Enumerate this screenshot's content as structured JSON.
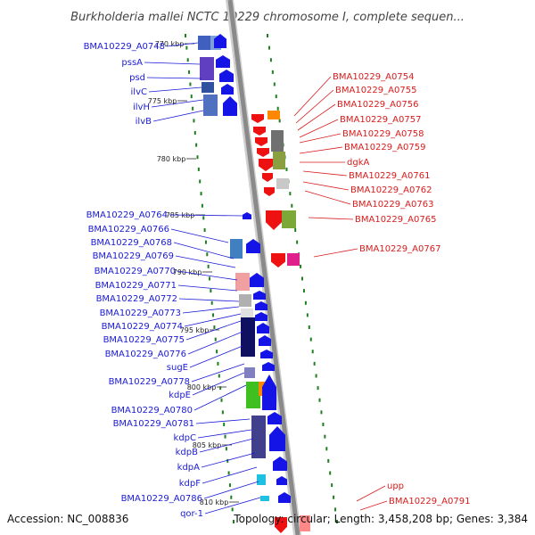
{
  "title": "Burkholderia mallei NCTC 10229 chromosome I, complete sequen...",
  "footer": {
    "accession": "Accession: NC_008836",
    "summary": "Topology: circular; Length: 3,458,208 bp; Genes: 3,384"
  },
  "scale_labels": [
    "770 kbp",
    "775 kbp",
    "780 kbp",
    "785 kbp",
    "790 kbp",
    "795 kbp",
    "800 kbp",
    "805 kbp",
    "810 kbp"
  ],
  "left_genes": [
    "BMA10229_A0748",
    "pssA",
    "psd",
    "ilvC",
    "ilvH",
    "ilvB",
    "BMA10229_A0764",
    "BMA10229_A0766",
    "BMA10229_A0768",
    "BMA10229_A0769",
    "BMA10229_A0770",
    "BMA10229_A0771",
    "BMA10229_A0772",
    "BMA10229_A0773",
    "BMA10229_A0774",
    "BMA10229_A0775",
    "BMA10229_A0776",
    "sugE",
    "BMA10229_A0778",
    "kdpE",
    "BMA10229_A0780",
    "BMA10229_A0781",
    "kdpC",
    "kdpB",
    "kdpA",
    "kdpF",
    "BMA10229_A0786",
    "qor-1"
  ],
  "right_genes": [
    "BMA10229_A0754",
    "BMA10229_A0755",
    "BMA10229_A0756",
    "BMA10229_A0757",
    "BMA10229_A0758",
    "BMA10229_A0759",
    "dgkA",
    "BMA10229_A0761",
    "BMA10229_A0762",
    "BMA10229_A0763",
    "BMA10229_A0765",
    "BMA10229_A0767",
    "upp",
    "BMA10229_A0791"
  ],
  "colors": {
    "left_label": "#1a1ad6",
    "right_label": "#d81c1c",
    "backbone": "#8a8a8a",
    "tick": "#1e7f1e",
    "forward_arrow": "#1414e6",
    "reverse_arrow": "#ee1111"
  }
}
